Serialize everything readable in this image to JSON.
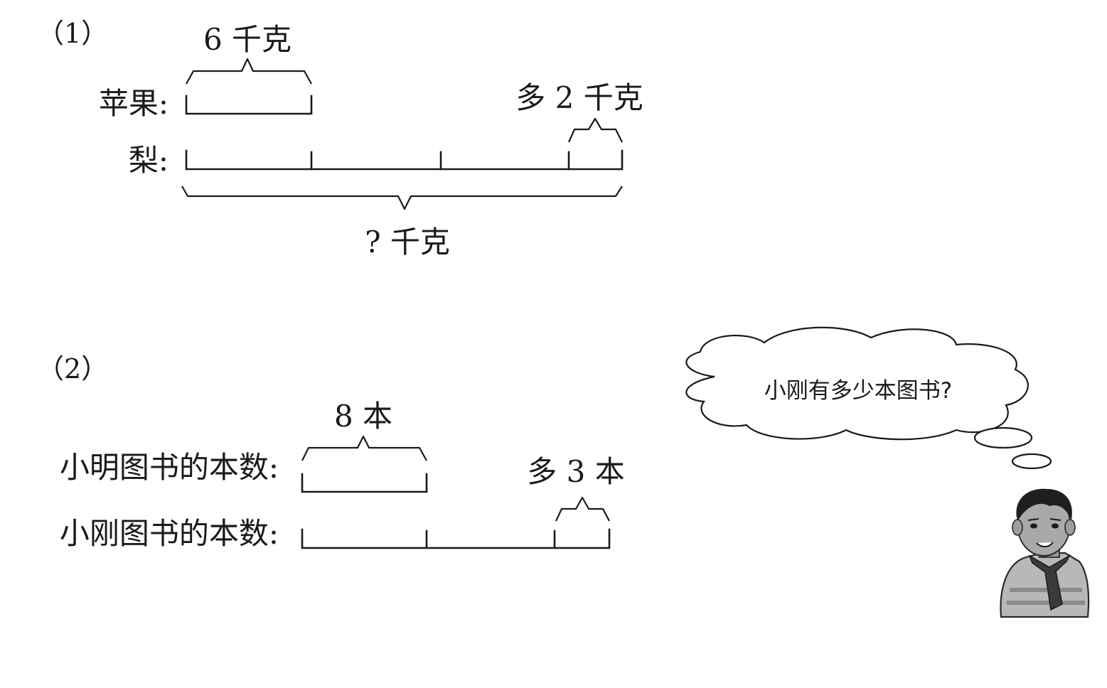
{
  "problem1": {
    "number": "（1）",
    "apple_label": "苹果:",
    "pear_label": "梨:",
    "apple_amount": "6 千克",
    "difference": "多 2 千克",
    "total": "? 千克"
  },
  "problem2": {
    "number": "（2）",
    "xiaoming_label": "小明图书的本数:",
    "xiaogang_label": "小刚图书的本数:",
    "xiaoming_amount": "8 本",
    "difference": "多 3 本"
  },
  "thought_bubble": {
    "text": "小刚有多少本图书?"
  },
  "icons": [
    "boy-character-icon",
    "thought-cloud-icon"
  ]
}
